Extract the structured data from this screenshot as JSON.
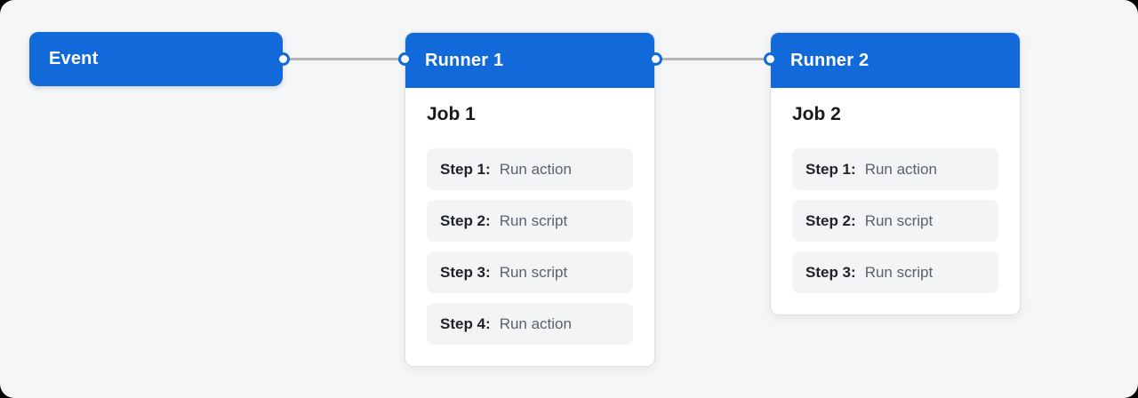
{
  "colors": {
    "accent_blue": "#1169da",
    "connector_gray": "#b4b6b9",
    "canvas_bg": "#f5f6f8",
    "card_bg": "#ffffff",
    "step_bg": "#f3f4f6",
    "outer_bg": "#000000"
  },
  "diagram": {
    "event": {
      "label": "Event"
    },
    "runners": [
      {
        "title": "Runner 1",
        "job": {
          "title": "Job 1",
          "steps": [
            {
              "label": "Step 1:",
              "action": "Run action"
            },
            {
              "label": "Step 2:",
              "action": "Run script"
            },
            {
              "label": "Step 3:",
              "action": "Run script"
            },
            {
              "label": "Step 4:",
              "action": "Run action"
            }
          ]
        }
      },
      {
        "title": "Runner 2",
        "job": {
          "title": "Job 2",
          "steps": [
            {
              "label": "Step 1:",
              "action": "Run action"
            },
            {
              "label": "Step 2:",
              "action": "Run script"
            },
            {
              "label": "Step 3:",
              "action": "Run script"
            }
          ]
        }
      }
    ]
  }
}
